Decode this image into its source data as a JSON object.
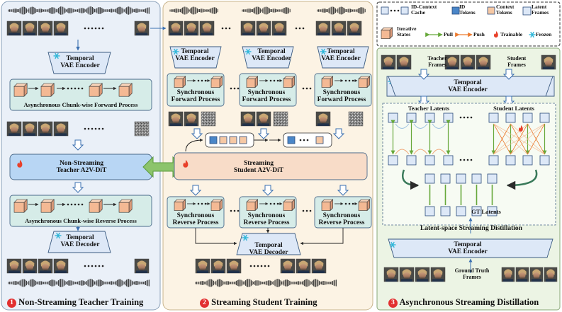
{
  "colors": {
    "panel1_bg": "#eaf0f8",
    "panel2_bg": "#fcf3e4",
    "panel3_bg": "#ecf4e4",
    "module_blue": "#dde8f7",
    "module_teal": "#d6ece8",
    "dit_blue": "#b8d6f4",
    "dit_orange": "#f8dcc8",
    "cube_face": "#f4b994",
    "pull_green": "#66a83a",
    "push_orange": "#ec7a2e",
    "frozen_blue": "#2eb6d8",
    "fire_red": "#e8402a",
    "number_red": "#e23030"
  },
  "legend": {
    "context_cache": "ID-Context\nCache",
    "id_tokens": "ID\nTokens",
    "context_tokens": "Context\nTokens",
    "latent_frames": "Latent\nFrames",
    "iterative_states": "Iterative\nStates",
    "pull": "Pull",
    "push": "Push",
    "trainable": "Trainable",
    "frozen": "Frozen"
  },
  "panel1": {
    "title": "Non-Streaming Teacher Training",
    "number": "1",
    "vae_encoder": "Temporal\nVAE Encoder",
    "forward_process": "Asynchronous Chunk-wise Forward Process",
    "dit": "Non-Streaming\nTeacher A2V-DiT",
    "reverse_process": "Asynchronous Chunk-wise Reverse Process",
    "vae_decoder": "Temporal\nVAE Decoder",
    "ellipsis": "·······"
  },
  "panel2": {
    "title": "Streaming Student Training",
    "number": "2",
    "vae_encoder": "Temporal\nVAE Encoder",
    "sync_forward": "Synchronous\nForward Process",
    "sync_reverse": "Synchronous\nReverse Process",
    "dit": "Streaming\nStudent A2V-DiT",
    "vae_decoder": "Temporal\nVAE Decoder",
    "ellipsis_short": "···",
    "ellipsis_long": "·······"
  },
  "panel3": {
    "title": "Asynchronous Streaming Distillation",
    "number": "3",
    "teacher_frames": "Teacher\nFrames",
    "student_frames": "Student\nFrames",
    "vae_encoder_top": "Temporal\nVAE Encoder",
    "teacher_latents": "Teacher Latents",
    "student_latents": "Student Latents",
    "gt_latents": "GT Latents",
    "distill_label": "Latent-space Streaming Distillation",
    "vae_encoder_bottom": "Temporal\nVAE Encoder",
    "ground_truth_frames": "Ground Truth\nFrames"
  }
}
